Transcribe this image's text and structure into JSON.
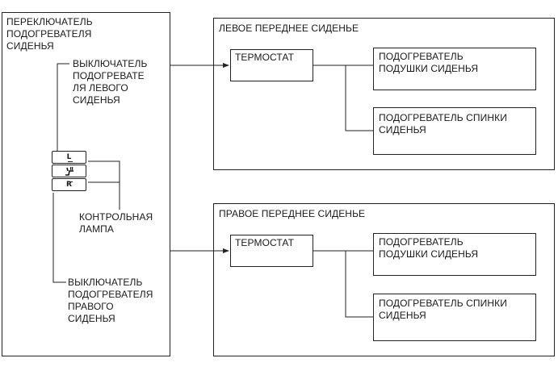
{
  "switch_panel": {
    "title": "ПЕРЕКЛЮЧАТЕЛЬ\nПОДОГРЕВАТЕЛЯ\nСИДЕНЬЯ",
    "left_switch": "ВЫКЛЮЧАТЕЛЬ\nПОДОГРЕВАТЕ\nЛЯ ЛЕВОГО\nСИДЕНЬЯ",
    "indicator": "КОНТРОЛЬНАЯ\nЛАМПА",
    "right_switch": "ВЫКЛЮЧАТЕЛЬ\nПОДОГРЕВАТЕЛЯ\nПРАВОГО\nСИДЕНЬЯ",
    "key_left": "L",
    "key_right": "R"
  },
  "left_seat": {
    "title": "ЛЕВОЕ ПЕРЕДНЕЕ СИДЕНЬЕ",
    "thermostat": "ТЕРМОСТАТ",
    "cushion_heater": "ПОДОГРЕВАТЕЛЬ\nПОДУШКИ СИДЕНЬЯ",
    "back_heater": "ПОДОГРЕВАТЕЛЬ СПИНКИ\nСИДЕНЬЯ"
  },
  "right_seat": {
    "title": "ПРАВОЕ ПЕРЕДНЕЕ СИДЕНЬЕ",
    "thermostat": "ТЕРМОСТАТ",
    "cushion_heater": "ПОДОГРЕВАТЕЛЬ\nПОДУШКИ СИДЕНЬЯ",
    "back_heater": "ПОДОГРЕВАТЕЛЬ СПИНКИ\nСИДЕНЬЯ"
  }
}
